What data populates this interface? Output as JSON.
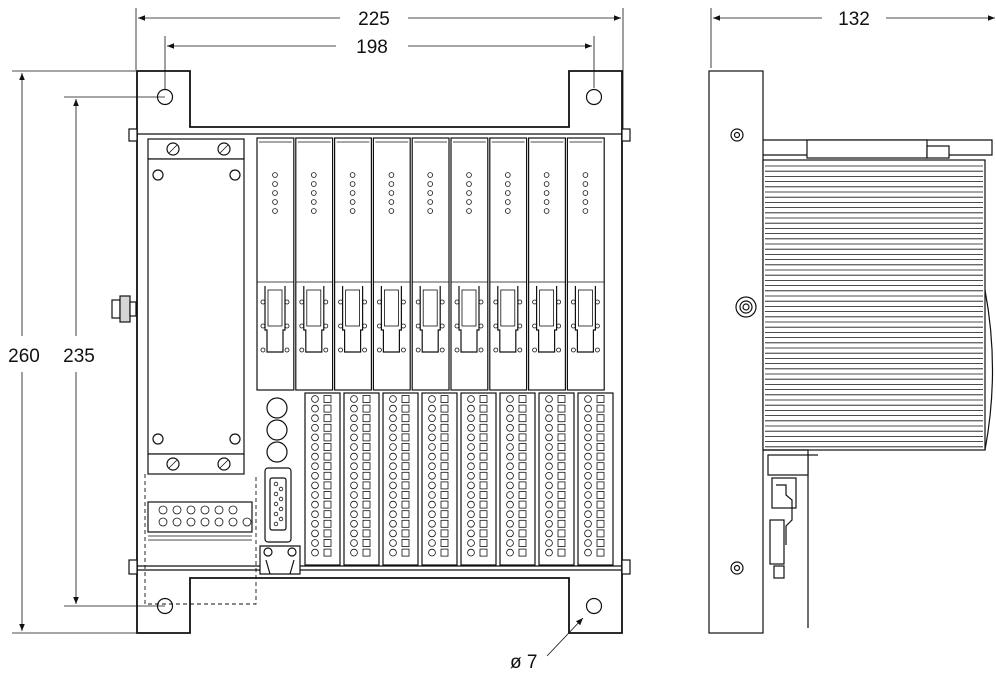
{
  "dimensions": {
    "overall_width": "225",
    "hole_spacing_width": "198",
    "depth": "132",
    "overall_height": "260",
    "hole_spacing_height": "235",
    "hole_diameter": "ø 7"
  },
  "front_view": {
    "module_count": 9,
    "terminal_block_count": 8
  },
  "colors": {
    "line": "#111111",
    "background": "#ffffff",
    "hatching": "#d6d6d6"
  }
}
